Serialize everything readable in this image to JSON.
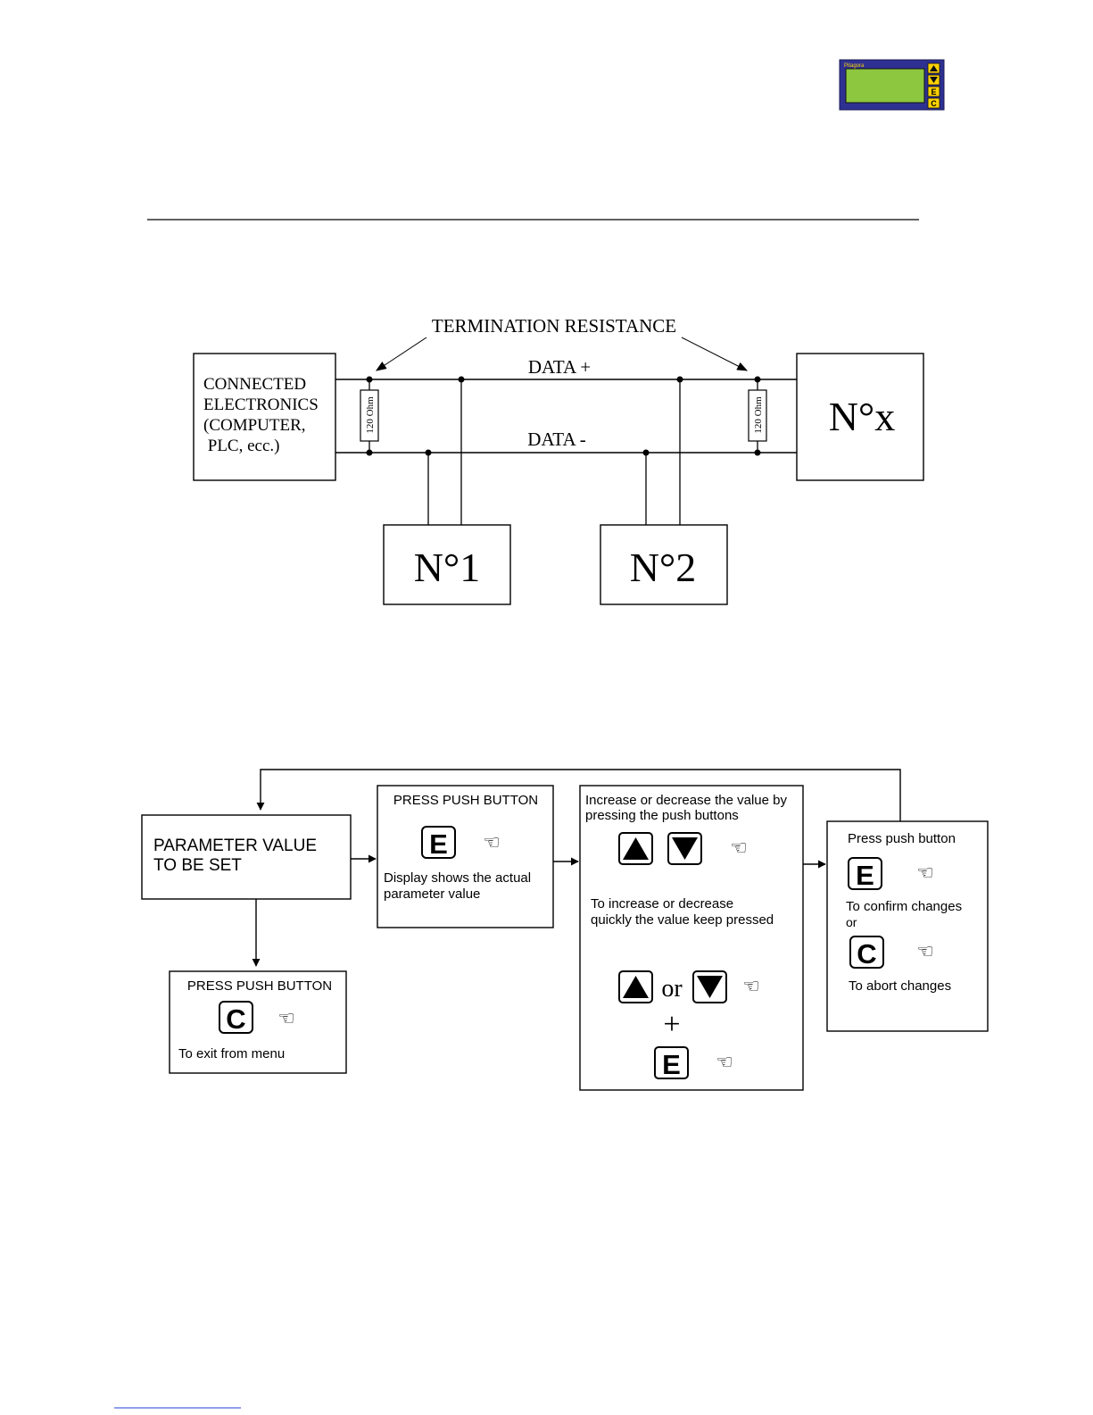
{
  "logo": {
    "brand_text": "Pitagora",
    "display_color": "#8dc63f",
    "frame_color": "#2e3192",
    "key_color": "#ffd200"
  },
  "wiring": {
    "termination_label": "TERMINATION RESISTANCE",
    "data_plus": "DATA +",
    "data_minus": "DATA -",
    "resistor_label": "120 Ohm",
    "master": {
      "line1": "CONNECTED",
      "line2": "ELECTRONICS",
      "line3": "(COMPUTER,",
      "line4": " PLC, ecc.)"
    },
    "node_x": "N°x",
    "node_1": "N°1",
    "node_2": "N°2"
  },
  "flow": {
    "param": {
      "line1": "PARAMETER VALUE",
      "line2": "TO BE SET"
    },
    "press_e": {
      "title": "PRESS PUSH BUTTON",
      "line1": "Display shows the actual",
      "line2": "parameter value"
    },
    "exit": {
      "title": "PRESS PUSH BUTTON",
      "text": "To exit from menu"
    },
    "change": {
      "line1": "Increase or decrease the value by",
      "line2": "pressing the push buttons",
      "line3": "To increase or decrease",
      "line4": "quickly the value keep pressed",
      "or": "or",
      "plus": "+"
    },
    "confirm": {
      "title": "Press push button",
      "confirm_text": "To confirm changes",
      "or": "or",
      "abort_text": "To abort changes"
    },
    "keys": {
      "enter": "E",
      "cancel": "C"
    }
  },
  "footer": {
    "link_text": ""
  }
}
